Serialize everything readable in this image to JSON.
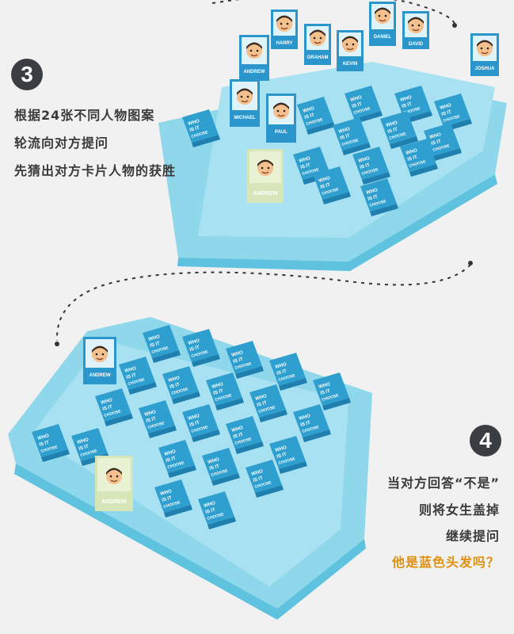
{
  "step3": {
    "number": "3",
    "lines": [
      "根据24张不同人物图案",
      "轮流向对方提问",
      "先猜出对方卡片人物的获胜"
    ]
  },
  "step4": {
    "number": "4",
    "lines": [
      "当对方回答“不是”",
      "则将女生盖掉",
      "继续提问"
    ],
    "question": "他是蓝色头发吗？"
  },
  "board1": {
    "cards": [
      "HARRY",
      "GRAHAM",
      "KEVIN",
      "DANIEL",
      "DAVID",
      "JOSHUA",
      "ANDREW",
      "MICHAEL",
      "PAUL"
    ],
    "front_card": "ANDREW"
  },
  "board2": {
    "card": "ANDREW",
    "front_card": "ANDREW"
  },
  "tile_text": {
    "line1": "WHO",
    "line2": "IS IT",
    "line3": "CHOOSE"
  },
  "colors": {
    "board": "#8fd8ec",
    "board_dark": "#5fc3df",
    "tile": "#2f9fd0",
    "badge": "#3a3d42",
    "accent": "#e0900e"
  }
}
